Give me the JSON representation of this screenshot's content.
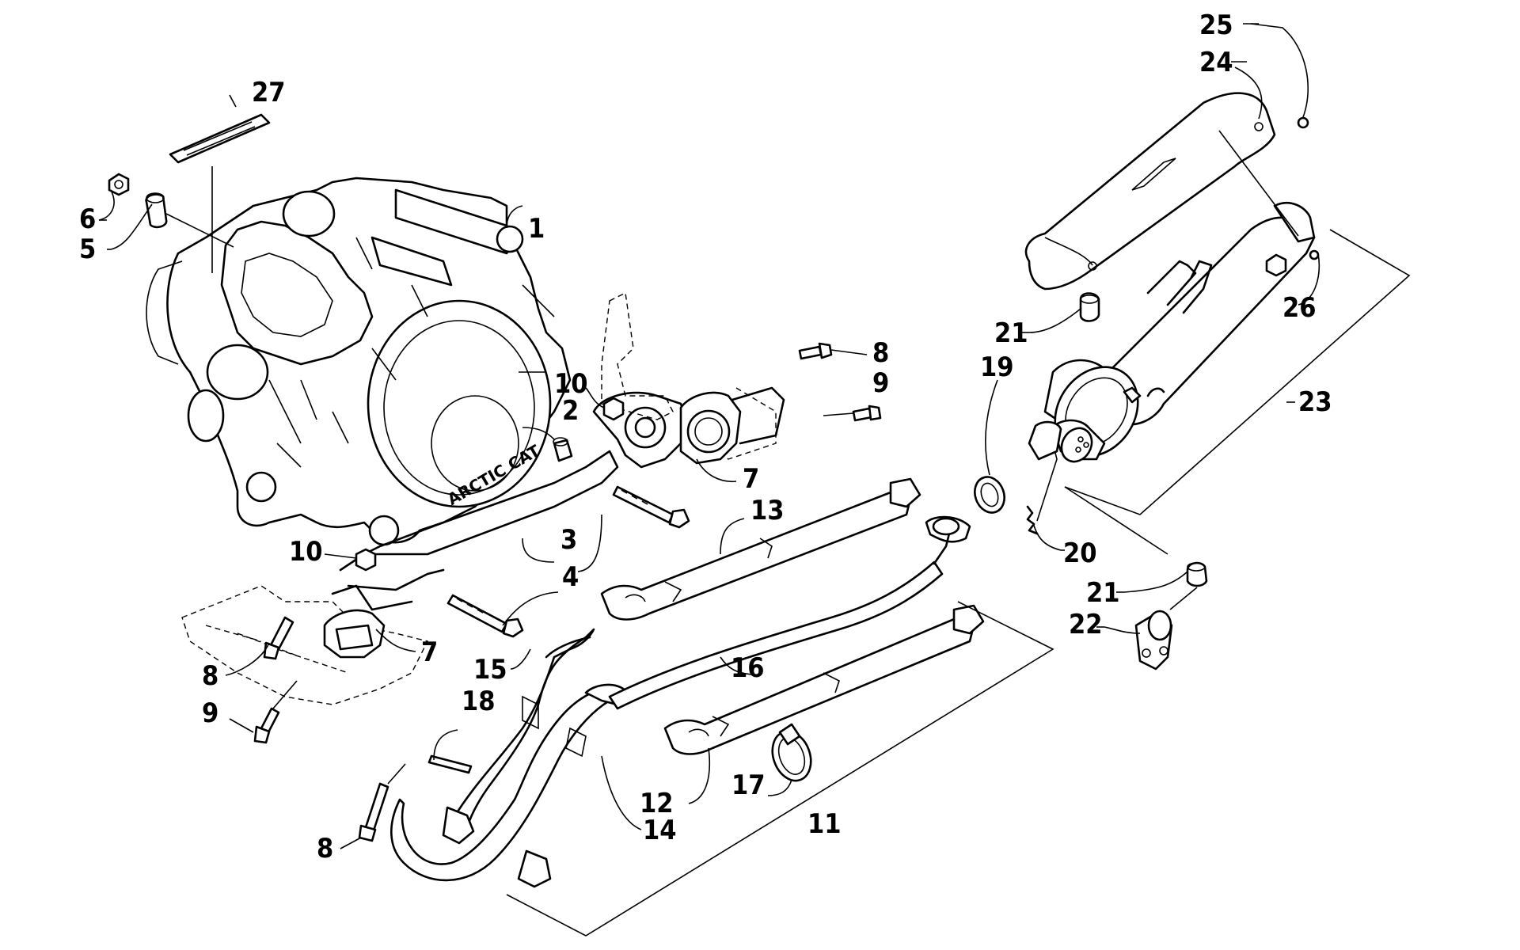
{
  "labels": {
    "p1": "1",
    "p2": "2",
    "p3": "3",
    "p4a": "4",
    "p5": "5",
    "p6": "6",
    "p7a": "7",
    "p7b": "7",
    "p8a": "8",
    "p8b": "8",
    "p8c": "8",
    "p9a": "9",
    "p9b": "9",
    "p10a": "10",
    "p10b": "10",
    "p11": "11",
    "p12": "12",
    "p13": "13",
    "p14": "14",
    "p15": "15",
    "p16": "16",
    "p17": "17",
    "p18": "18",
    "p19": "19",
    "p20": "20",
    "p21a": "21",
    "p21b": "21",
    "p22": "22",
    "p23": "23",
    "p24": "24",
    "p25": "25",
    "p26": "26",
    "p27": "27"
  },
  "engine_brand": "ARCTIC CAT"
}
